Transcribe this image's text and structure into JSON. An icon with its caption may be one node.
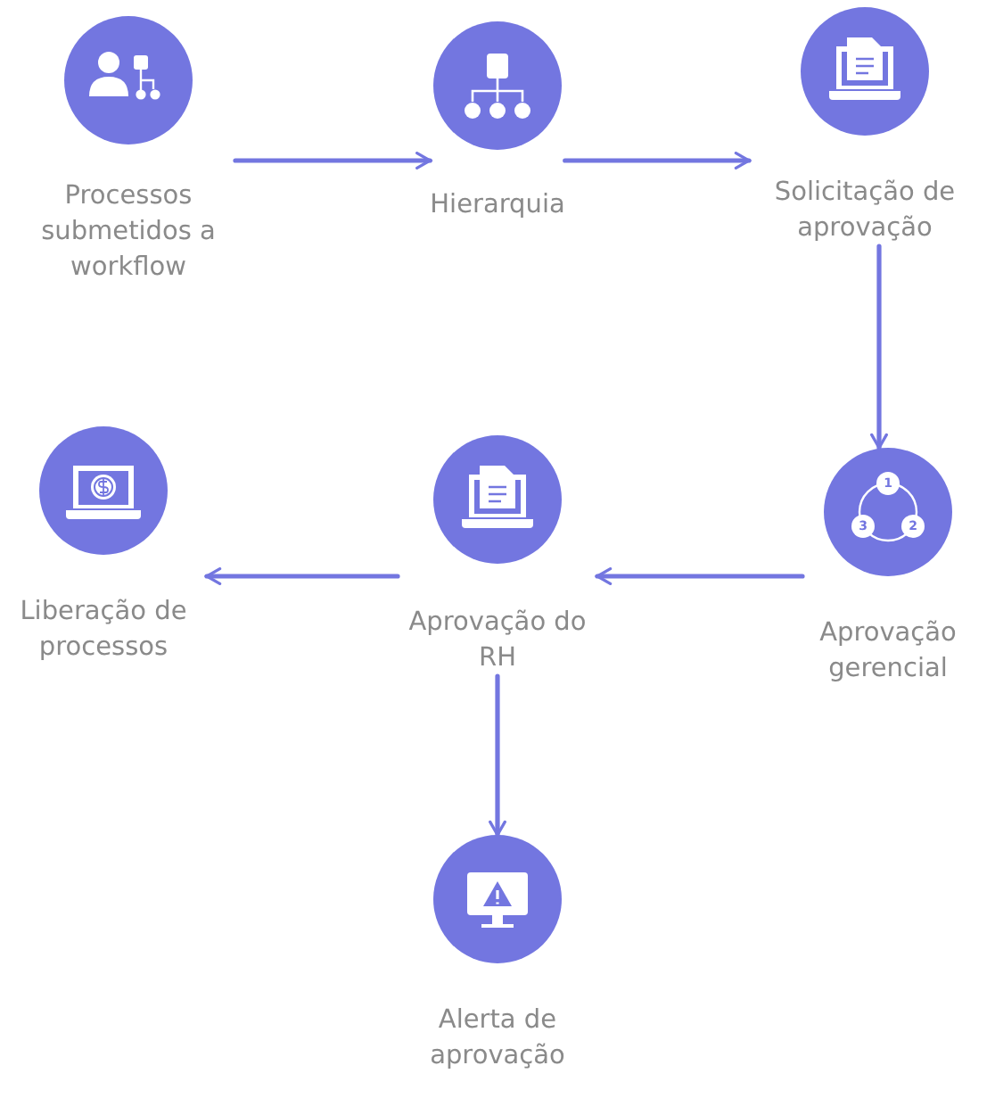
{
  "diagram": {
    "nodes": [
      {
        "text": [
          "Processos submetidos a workflow"
        ]
      },
      {
        "text": [
          "Hierarquia"
        ]
      },
      {
        "text": [
          "Solicitação de aprovação"
        ]
      },
      {
        "text": [
          "Aprovação gerencial"
        ]
      },
      {
        "text": [
          "Aprovação do RH"
        ]
      },
      {
        "text": [
          "Liberação de processos"
        ]
      },
      {
        "text": [
          "Alerta de aprovação"
        ]
      }
    ],
    "edges": [
      {
        "from": 0,
        "to": 1,
        "arrow": "to"
      },
      {
        "from": 1,
        "to": 2,
        "arrow": "to"
      },
      {
        "from": 2,
        "to": 3,
        "arrow": "to"
      },
      {
        "from": 3,
        "to": 4,
        "arrow": "to"
      },
      {
        "from": 4,
        "to": 5,
        "arrow": "to"
      },
      {
        "from": 4,
        "to": 6,
        "arrow": "to"
      }
    ],
    "labels": [
      "1",
      "2",
      "3"
    ]
  }
}
